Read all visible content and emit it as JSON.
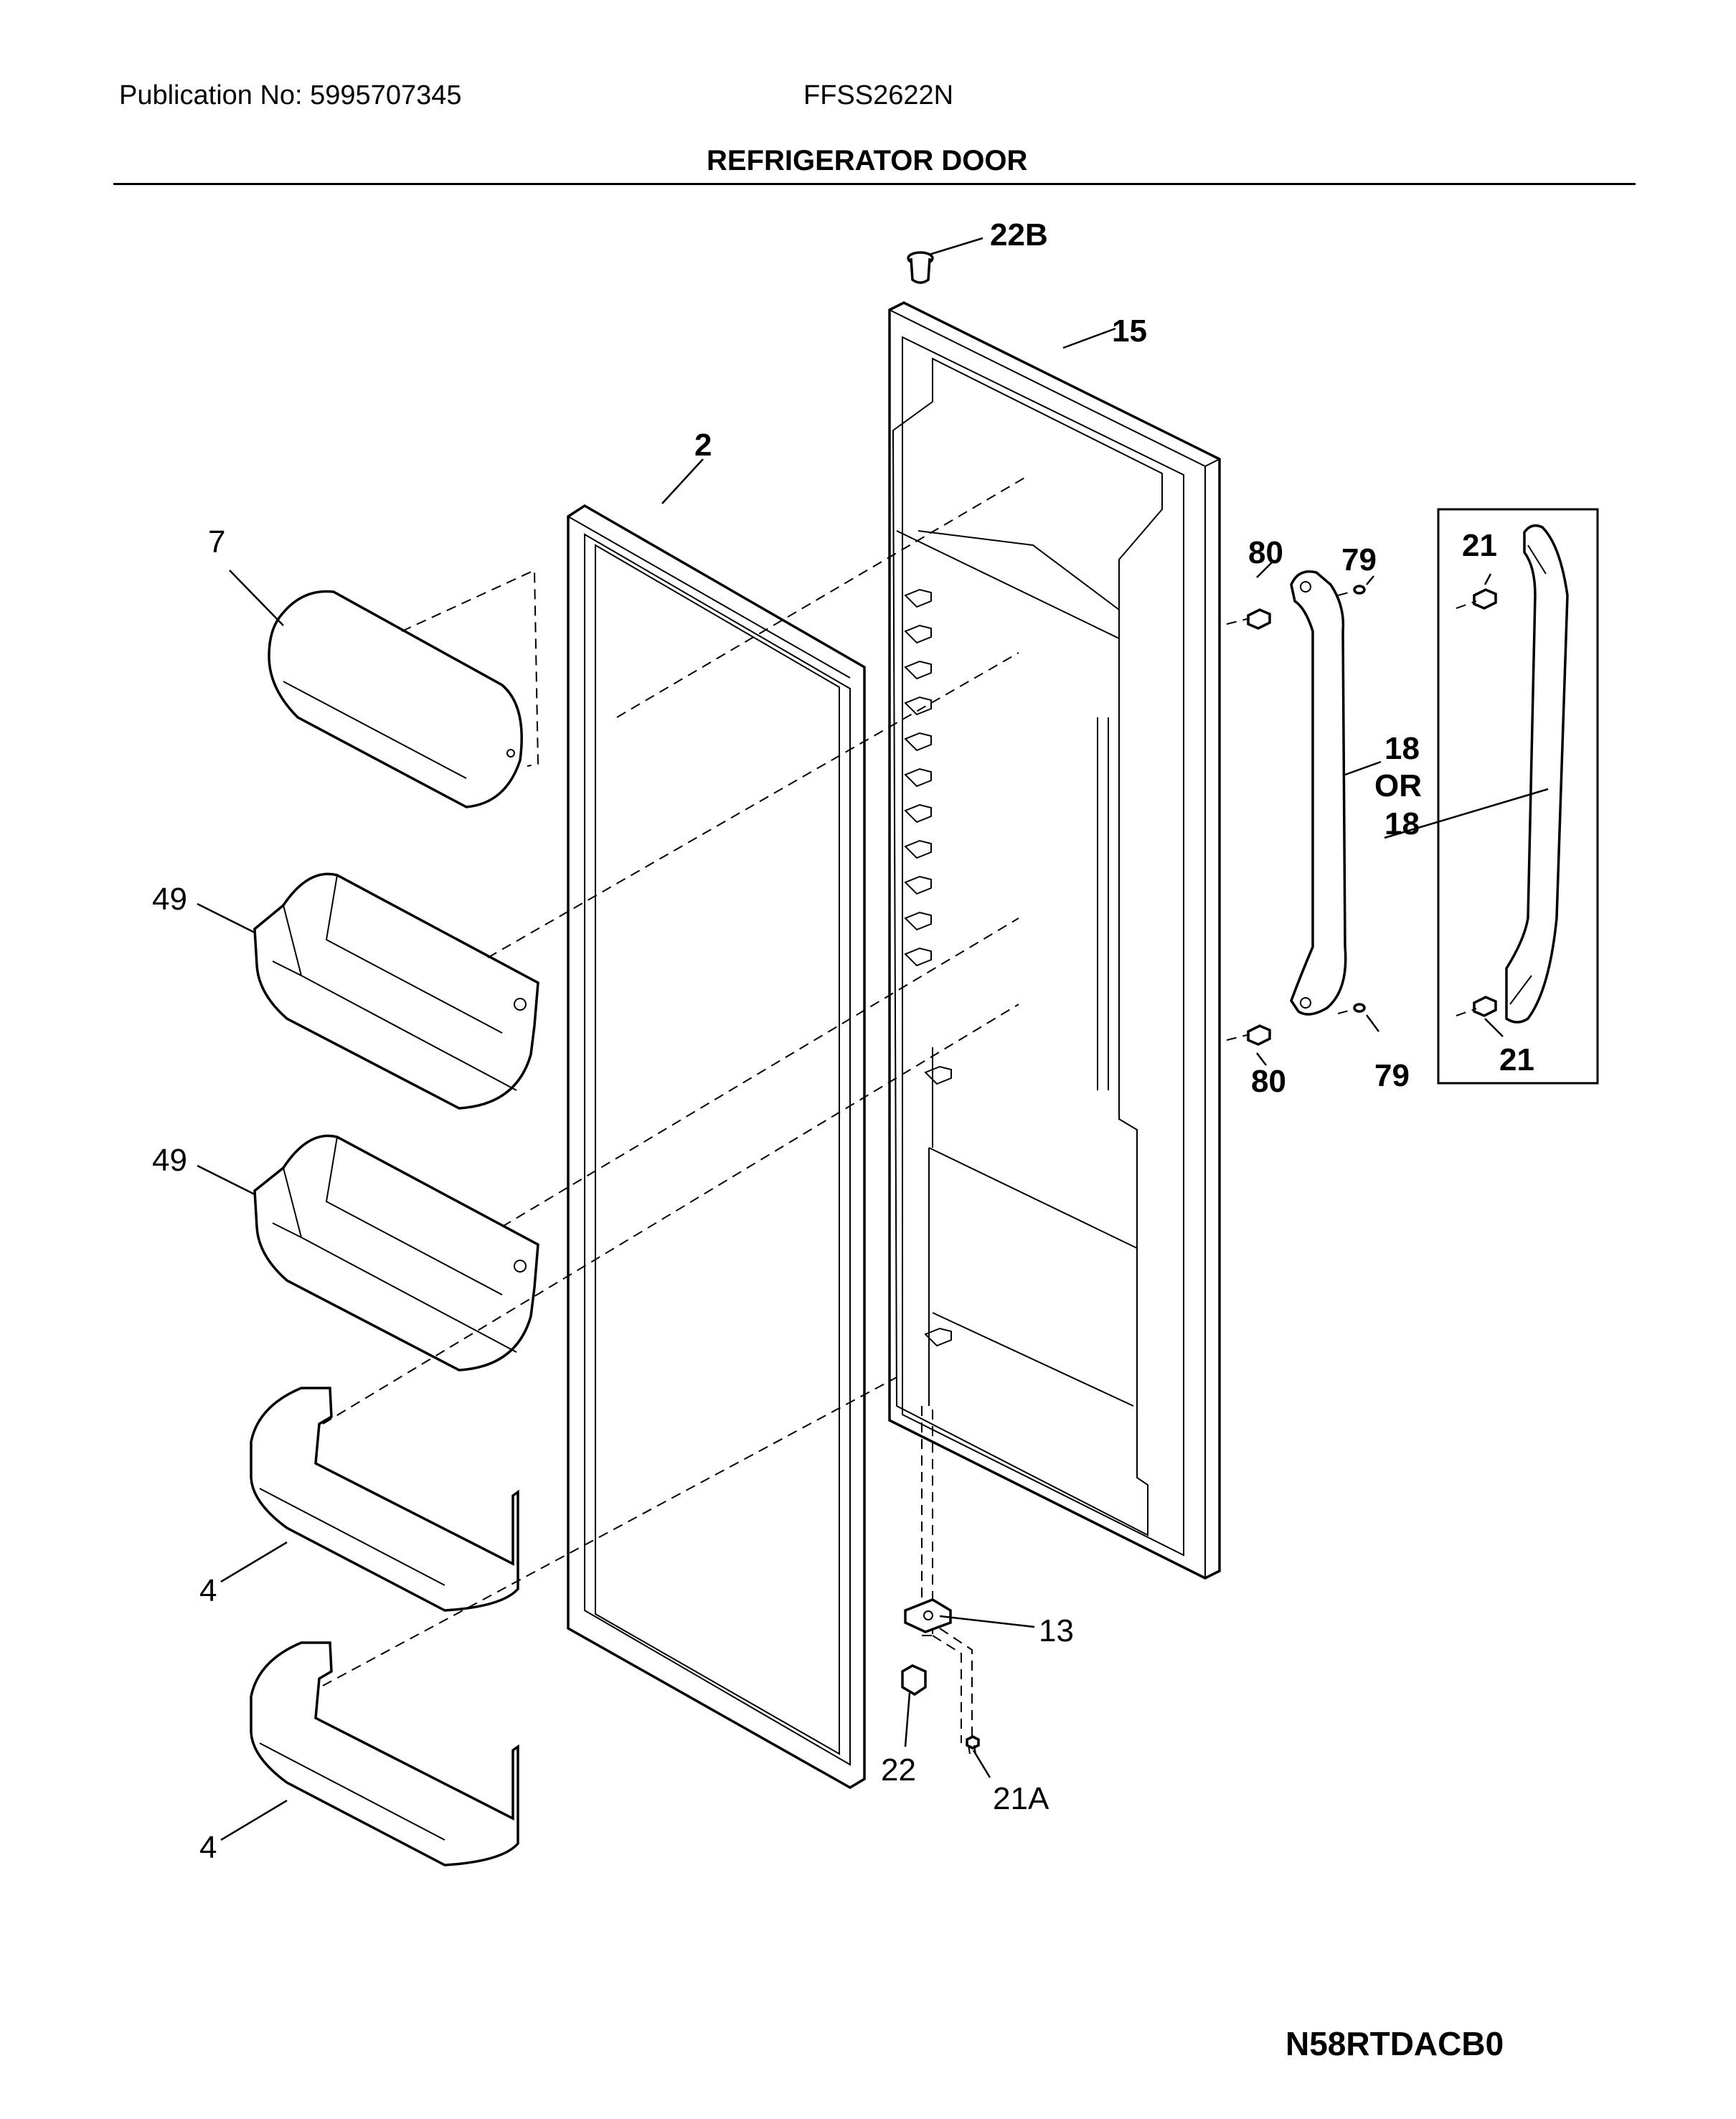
{
  "header": {
    "publication": "Publication No: 5995707345",
    "model": "FFSS2622N",
    "title": "REFRIGERATOR DOOR"
  },
  "footer": {
    "code": "N58RTDACB0"
  },
  "callouts": {
    "c22b": "22B",
    "c15": "15",
    "c2": "2",
    "c7": "7",
    "c80a": "80",
    "c79a": "79",
    "c21a": "21",
    "c18a": "18",
    "cor": "OR",
    "c18b": "18",
    "c49a": "49",
    "c49b": "49",
    "c80b": "80",
    "c79b": "79",
    "c21b": "21",
    "c4a": "4",
    "c4b": "4",
    "c13": "13",
    "c22": "22",
    "c21A": "21A"
  }
}
